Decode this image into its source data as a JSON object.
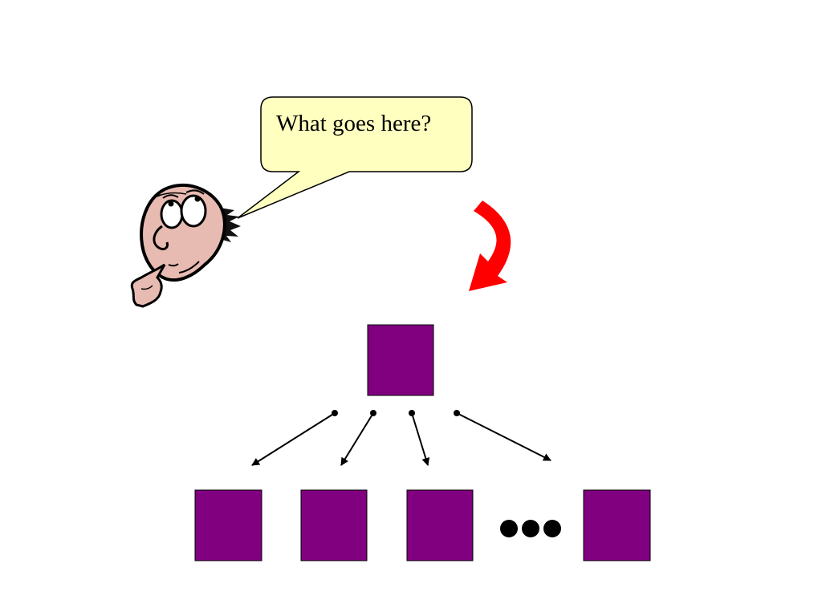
{
  "speech_bubble": {
    "text": "What goes here?",
    "fill": "#FFFFC0",
    "stroke": "#000000"
  },
  "character": {
    "icon": "thinking-man-icon",
    "skin_color": "#E8BBB2"
  },
  "red_arrow": {
    "icon": "curved-down-arrow-icon",
    "color": "#FF0000"
  },
  "tree": {
    "node_color": "#800080",
    "root": {
      "name": "root-node"
    },
    "children": [
      {
        "name": "child-node-1"
      },
      {
        "name": "child-node-2"
      },
      {
        "name": "child-node-3"
      },
      {
        "name": "child-node-last"
      }
    ],
    "ellipsis_glyph": "●●●"
  }
}
